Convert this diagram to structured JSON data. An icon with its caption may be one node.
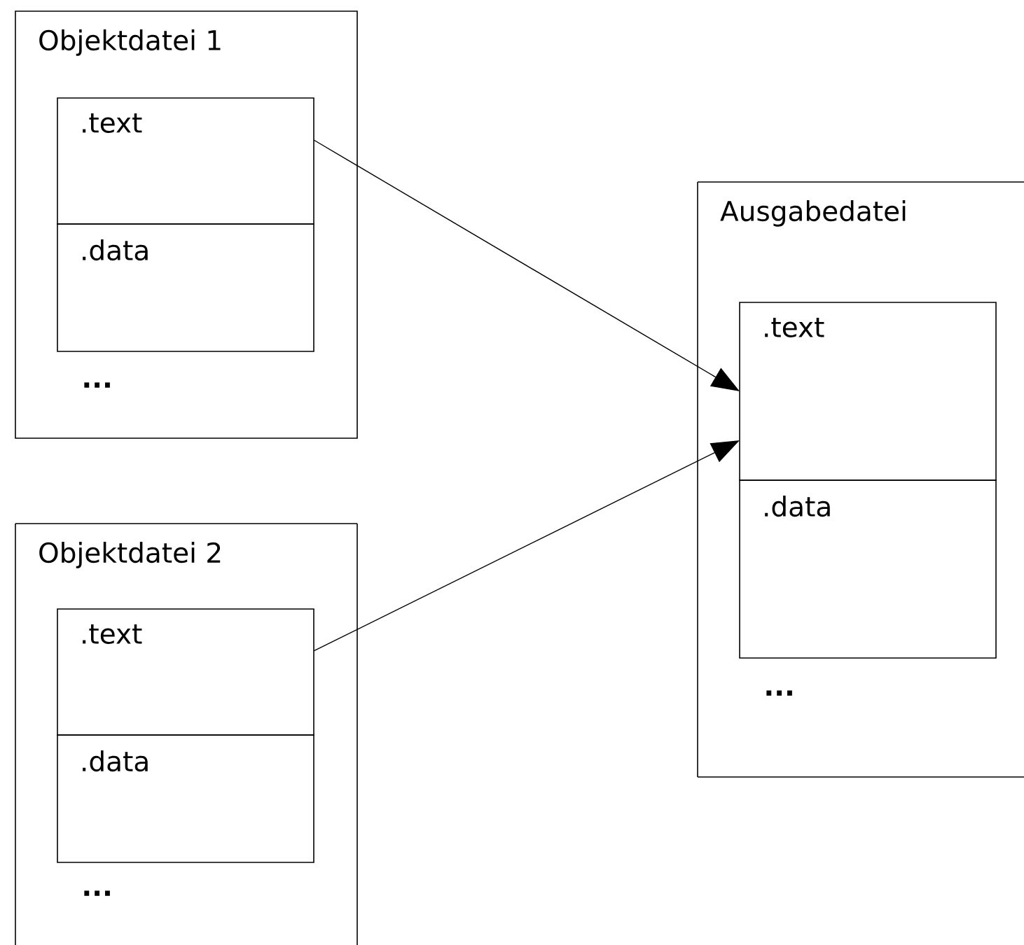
{
  "diagram": {
    "nodes": [
      {
        "text": [
          "Objektdatei 1"
        ]
      },
      {
        "text": [
          ".text"
        ],
        "in": 0
      },
      {
        "text": [
          ".data"
        ],
        "in": 0
      },
      {
        "text": [
          "Objektdatei 2"
        ]
      },
      {
        "text": [
          ".text"
        ],
        "in": 3
      },
      {
        "text": [
          ".data"
        ],
        "in": 3
      },
      {
        "text": [
          "Ausgabedatei"
        ]
      },
      {
        "text": [
          ".text"
        ],
        "in": 6
      },
      {
        "text": [
          ".data"
        ],
        "in": 6
      }
    ],
    "edges": [
      {
        "from": 1,
        "to": 7,
        "arrow": "to"
      },
      {
        "from": 4,
        "to": 7,
        "arrow": "to"
      }
    ],
    "labels": [
      "...",
      "...",
      "..."
    ]
  }
}
